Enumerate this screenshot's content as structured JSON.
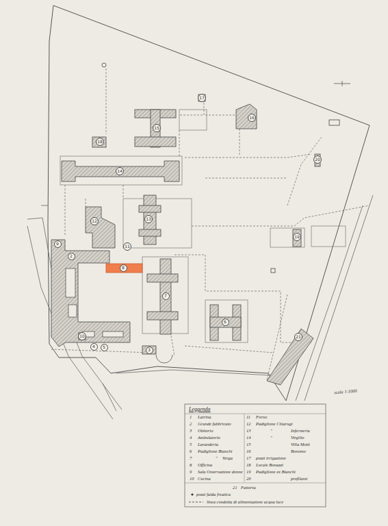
{
  "diagram": {
    "nodes": [
      {
        "text": [
          "17"
        ]
      },
      {
        "text": [
          "16"
        ]
      },
      {
        "text": [
          "15"
        ]
      },
      {
        "text": [
          "18"
        ]
      },
      {
        "text": [
          "20"
        ]
      },
      {
        "text": [
          "14"
        ]
      },
      {
        "text": [
          "12"
        ]
      },
      {
        "text": [
          "13"
        ]
      },
      {
        "text": [
          "19"
        ]
      },
      {
        "text": [
          "9"
        ]
      },
      {
        "text": [
          "11"
        ]
      },
      {
        "text": [
          "2"
        ]
      },
      {
        "text": [
          "8"
        ]
      },
      {
        "text": [
          "7"
        ]
      },
      {
        "text": [
          "6"
        ]
      },
      {
        "text": [
          "10"
        ]
      },
      {
        "text": [
          "21"
        ]
      },
      {
        "text": [
          "4"
        ]
      },
      {
        "text": [
          "5"
        ]
      },
      {
        "text": [
          "3"
        ]
      }
    ],
    "labels": [
      "scala 1:1000",
      "Leggenda",
      "1",
      "Latrina",
      "11",
      "Forno",
      "2",
      "Grande fabbricato",
      "12",
      "Padiglione Chiarugi",
      "3",
      "Obitorio",
      "13",
      "\"",
      "Infermeria",
      "4",
      "Ambulatorio",
      "14",
      "\"",
      "Virgilio",
      "5",
      "Lavanderia",
      "15",
      "Villa Motti",
      "6",
      "Padiglione Bianchi",
      "16",
      "Bonomo",
      "7",
      "\"",
      "Verga",
      "17",
      "pozzi irrigazione",
      "8",
      "Officina",
      "18",
      "Locale Bonazzi",
      "9",
      "Sala Osservazione donne",
      "19",
      "Padiglione ex Bianchi",
      "10",
      "Cucina",
      "20",
      "profilassi",
      "21",
      "Fattoria"
    ],
    "legend": [
      {
        "text": "pozzi falda freatica"
      },
      {
        "text": "linea condotta di alimentazione acqua luce"
      }
    ]
  }
}
